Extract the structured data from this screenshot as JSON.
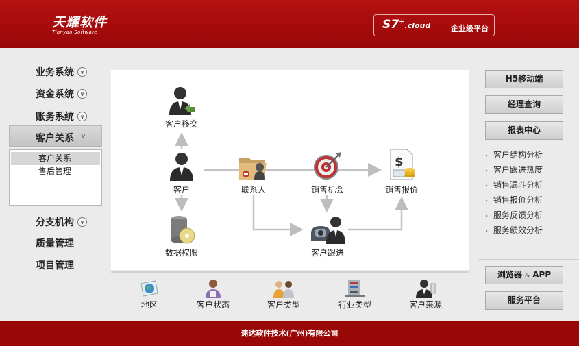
{
  "header": {
    "logo_cn": "天耀软件",
    "logo_en": "Tianyao Software",
    "product_name": "S7",
    "product_sup": "+",
    "product_suffix": ".cloud",
    "product_tag": "企业级平台"
  },
  "sidebar": {
    "items": [
      {
        "label": "业务系统"
      },
      {
        "label": "资金系统"
      },
      {
        "label": "账务系统"
      },
      {
        "label": "客户关系"
      },
      {
        "label": "分支机构"
      },
      {
        "label": "质量管理"
      },
      {
        "label": "项目管理"
      }
    ],
    "submenu": [
      "客户关系",
      "售后管理"
    ]
  },
  "flow": {
    "customer_transfer": "客户移交",
    "customer": "客户",
    "data_permission": "数据权限",
    "contact": "联系人",
    "sales_opportunity": "销售机会",
    "sales_quote": "销售报价",
    "customer_followup": "客户跟进"
  },
  "bottom": [
    "地区",
    "客户状态",
    "客户类型",
    "行业类型",
    "客户来源"
  ],
  "right": {
    "h5": "H5移动端",
    "manager_query": "经理查询",
    "report_center": "报表中心",
    "report_links": [
      "客户结构分析",
      "客户跟进热度",
      "销售漏斗分析",
      "销售报价分析",
      "服务反馈分析",
      "服务绩效分析"
    ],
    "browser_app_1": "浏览器",
    "browser_app_amp": "&",
    "browser_app_2": "APP",
    "service_platform": "服务平台"
  },
  "footer": "速达软件技术(广州)有限公司",
  "colors": {
    "brand_red": "#9a0707",
    "panel": "#ffffff",
    "background": "#ebebeb"
  }
}
